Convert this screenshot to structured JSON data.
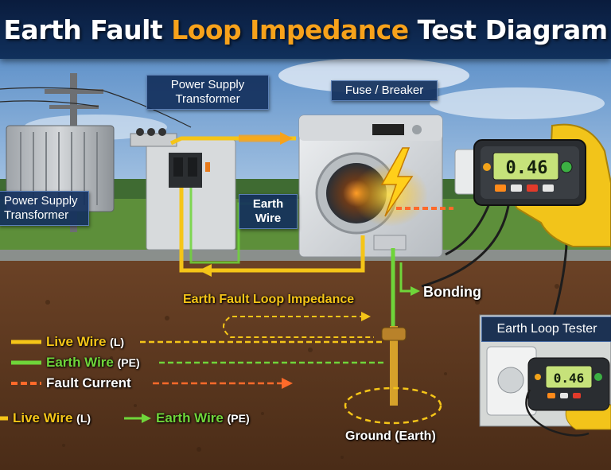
{
  "title": {
    "part1": "Earth Fault ",
    "part2": "Loop Impedance",
    "part3": " Test Diagram"
  },
  "callouts": {
    "transformer_top": "Power Supply\nTransformer",
    "transformer_left": "Power Supply\nTransformer",
    "fuse_breaker": "Fuse / Breaker",
    "earth_wire": "Earth\nWire"
  },
  "labels": {
    "earth_fault_loop_impedance": "Earth Fault Loop Impedance",
    "bonding": "Bonding",
    "ground": "Ground (Earth)",
    "earth_loop_tester": "Earth Loop Tester"
  },
  "legend": {
    "live_wire": "Live Wire",
    "live_wire_code": "(L)",
    "earth_wire": "Earth Wire",
    "earth_wire_code": "(PE)",
    "fault_current": "Fault Current"
  },
  "bottom_legend": {
    "live_wire": "Live Wire",
    "live_wire_code": "(L)",
    "earth_wire": "Earth Wire",
    "earth_wire_code": "(PE)"
  },
  "meter": {
    "reading": "0.46"
  },
  "meter_small": {
    "reading": "0.46"
  },
  "colors": {
    "live": "#f5c518",
    "earth": "#6fd53a",
    "fault": "#ff6a2a",
    "title_accent": "#f7a21b",
    "callout_bg": "#14305c"
  }
}
